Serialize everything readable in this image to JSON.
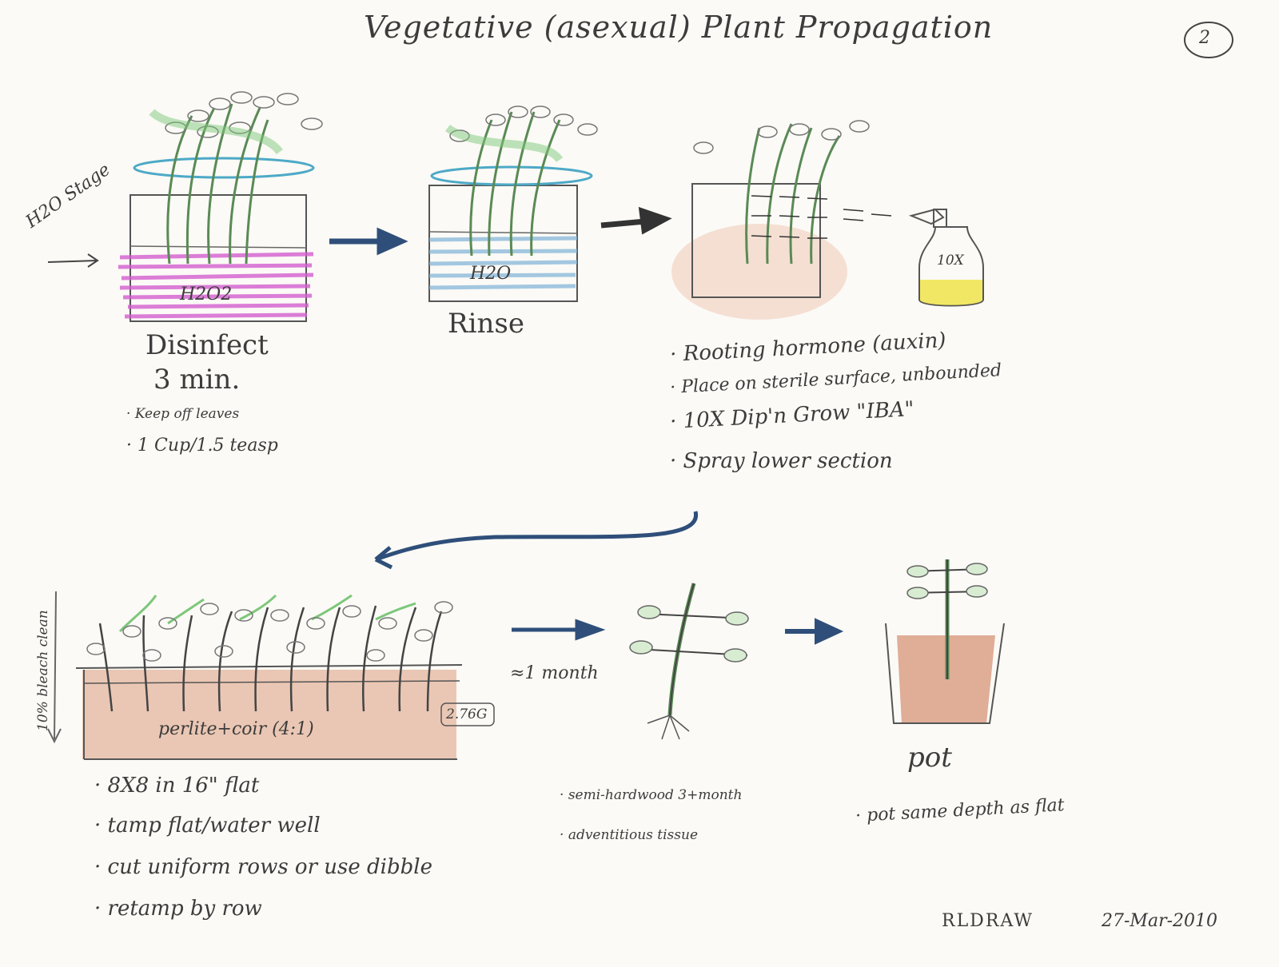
{
  "title": "Vegetative (asexual) Plant Propagation",
  "page_number": "2",
  "side_notes": {
    "h2o_stage": "H2O Stage",
    "bleach_clean": "10% bleach clean"
  },
  "stage1": {
    "liquid": "H2O2",
    "label": "Disinfect",
    "time": "3 min.",
    "notes": [
      "Keep off leaves",
      "1 Cup/1.5 teasp"
    ]
  },
  "stage2": {
    "liquid": "H2O",
    "label": "Rinse"
  },
  "stage3": {
    "bottle": "10X",
    "notes": [
      "Rooting hormone (auxin)",
      "Place on sterile surface, unbounded",
      "10X Dip'n Grow \"IBA\"",
      "Spray lower section"
    ]
  },
  "flat": {
    "medium": "perlite+coir (4:1)",
    "volume": "2.76G",
    "notes": [
      "8X8 in 16\" flat",
      "tamp flat/water well",
      "cut uniform rows or use dibble",
      "retamp by row"
    ]
  },
  "interval": "≈1 month",
  "rooted": {
    "notes": [
      "semi-hardwood 3+month",
      "adventitious tissue"
    ]
  },
  "potted": {
    "label": "pot",
    "notes": [
      "pot same depth as flat"
    ]
  },
  "signature": {
    "author": "RLDRAW",
    "date": "27-Mar-2010"
  },
  "colors": {
    "leaf": "#6fb36a",
    "stem": "#4a4a4a",
    "disinfectant": "#d45fd0",
    "water": "#7fb2d8",
    "arrow": "#2f4f7a",
    "soil": "#e3b199",
    "solution": "#f0e34a"
  }
}
